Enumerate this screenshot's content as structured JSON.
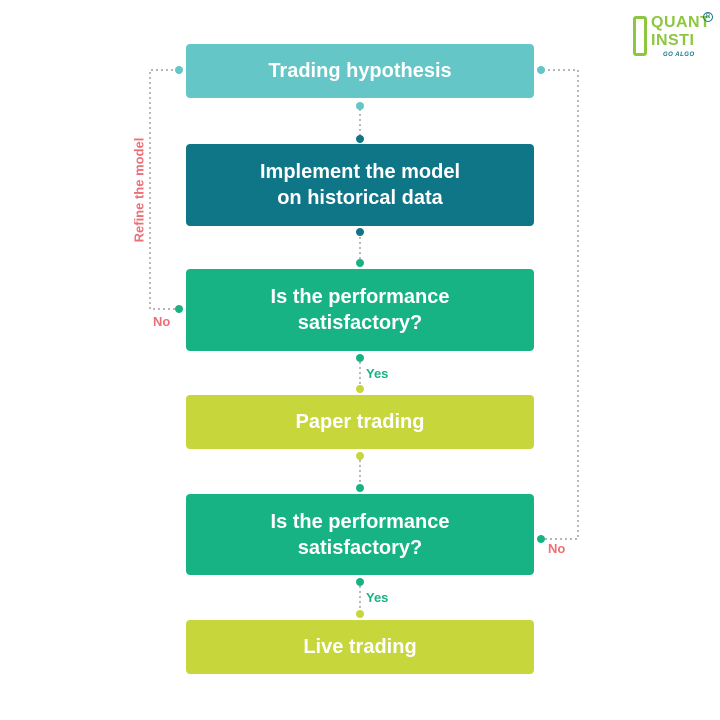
{
  "flow": {
    "step1": "Trading hypothesis",
    "step2_line1": "Implement the model",
    "step2_line2": "on historical data",
    "step3_line1": "Is the performance",
    "step3_line2": "satisfactory?",
    "step4": "Paper trading",
    "step5_line1": "Is the performance",
    "step5_line2": "satisfactory?",
    "step6": "Live trading"
  },
  "labels": {
    "yes_1": "Yes",
    "yes_2": "Yes",
    "no_left": "No",
    "no_right": "No",
    "refine": "Refine the model"
  },
  "logo": {
    "line1": "QUANT",
    "line2": "INSTI",
    "tagline": "GO ALGO",
    "registered": "R"
  },
  "colors": {
    "teal_light": "#64c6c6",
    "teal_dark": "#0e7686",
    "green": "#18b384",
    "lime": "#c6d63b",
    "coral": "#ec6f77",
    "connector": "#888888"
  }
}
